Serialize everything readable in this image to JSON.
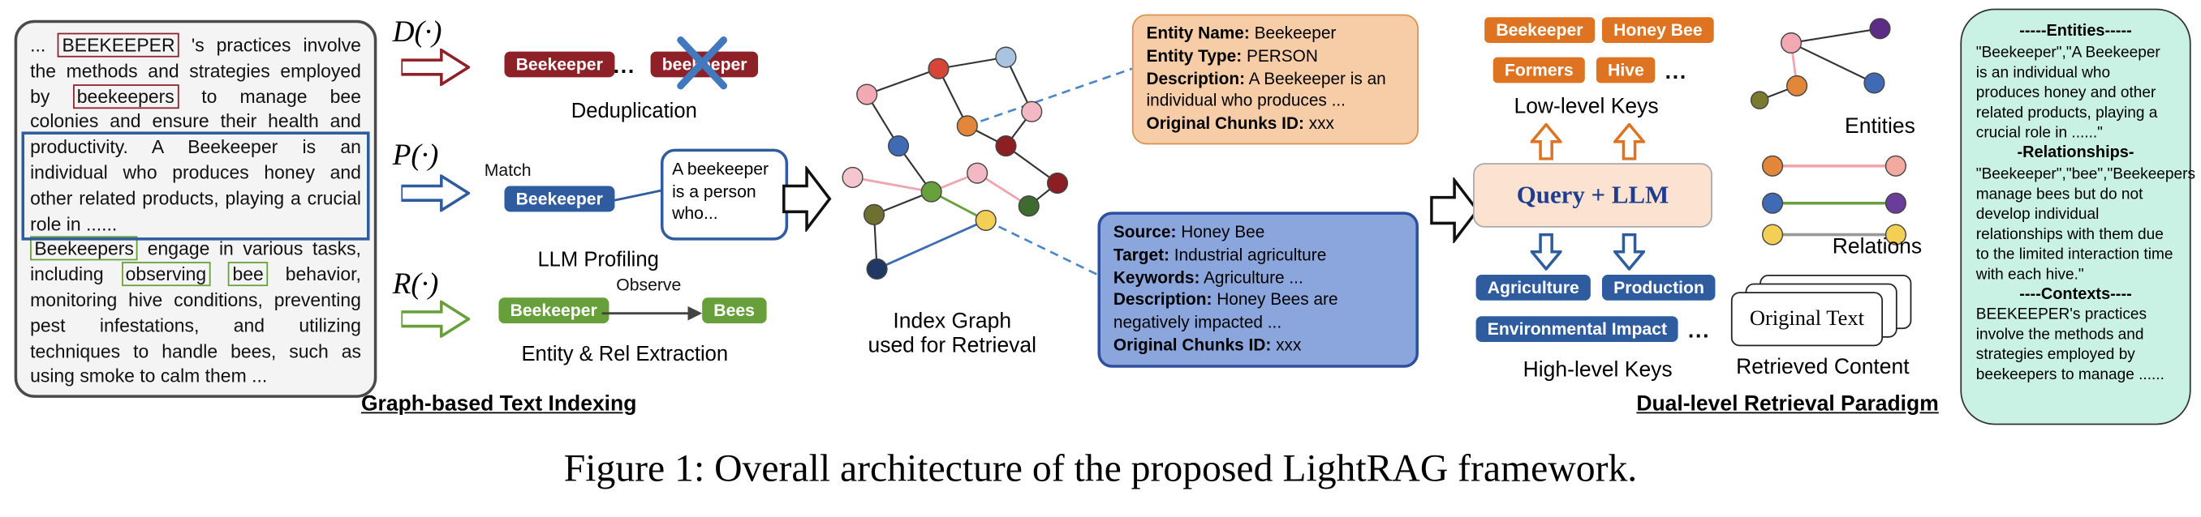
{
  "caption": "Figure 1: Overall architecture of the proposed LightRAG framework.",
  "indexing": {
    "section_label": "Graph-based Text Indexing",
    "source": {
      "open": "... ",
      "ent1": "BEEKEEPER",
      "t1": " 's practices involve the methods and strategies employed by ",
      "ent2": "beekeepers",
      "t2": " to manage bee colonies and ensure their health and productivity. A Beekeeper is an individual who produces honey and other related products, playing a crucial role in ......",
      "ent3": "Beekeepers",
      "t3": " engage in various tasks, including ",
      "ent4": "observing",
      "t4": " ",
      "ent5": "bee",
      "t5": " behavior, monitoring hive conditions, preventing pest infestations, and utilizing techniques to handle bees, such as using smoke to calm them ..."
    },
    "dedup": {
      "op": "D(·)",
      "badge1": "Beekeeper",
      "dots": "...",
      "badge2": "beekeeper",
      "label": "Deduplication"
    },
    "profiling": {
      "op": "P(·)",
      "match_label": "Match",
      "badge": "Beekeeper",
      "bubble": "A beekeeper is a person who...",
      "label": "LLM Profiling"
    },
    "extraction": {
      "op": "R(·)",
      "badge1": "Beekeeper",
      "edge_label": "Observe",
      "badge2": "Bees",
      "label": "Entity & Rel Extraction"
    }
  },
  "index_graph": {
    "label1": "Index Graph",
    "label2": "used for Retrieval"
  },
  "entity_card": {
    "rows": [
      {
        "label": "Entity Name:",
        "value": "Beekeeper"
      },
      {
        "label": "Entity Type:",
        "value": "PERSON"
      },
      {
        "label": "Description:",
        "value": "A Beekeeper is an individual who produces ..."
      },
      {
        "label": "Original Chunks ID:",
        "value": "xxx"
      }
    ]
  },
  "relation_card": {
    "rows": [
      {
        "label": "Source:",
        "value": "Honey Bee"
      },
      {
        "label": "Target:",
        "value": "Industrial agriculture"
      },
      {
        "label": "Keywords:",
        "value": "Agriculture ..."
      },
      {
        "label": "Description:",
        "value": "Honey Bees are negatively impacted ..."
      },
      {
        "label": "Original Chunks ID:",
        "value": "xxx"
      }
    ]
  },
  "retrieval": {
    "low_badges": [
      "Beekeeper",
      "Honey Bee",
      "Formers",
      "Hive"
    ],
    "low_dots": "...",
    "low_label": "Low-level Keys",
    "query_llm": "Query + LLM",
    "high_badges": [
      "Agriculture",
      "Production",
      "Environmental Impact"
    ],
    "high_dots": "...",
    "high_label": "High-level Keys",
    "entities_label": "Entities",
    "relations_label": "Relations",
    "original_text": "Original Text",
    "retrieved_label": "Retrieved Content",
    "section_label": "Dual-level Retrieval Paradigm"
  },
  "output": {
    "h_entities": "-----Entities-----",
    "entities": "\"Beekeeper\",\"A Beekeeper is an individual who produces honey and other related products, playing a crucial role in ......\"",
    "h_relationships": "-Relationships-",
    "relationships": "\"Beekeeper\",\"bee\",\"Beekeepers manage bees but do not develop individual relationships with them due to the limited interaction time with each hive.\"",
    "h_contexts": "----Contexts----",
    "contexts": "BEEKEEPER's practices involve the methods and strategies employed by beekeepers to manage ......"
  },
  "colors": {
    "dark_red": "#8e2128",
    "blue": "#2e5c9e",
    "green": "#67a03a",
    "orange": "#de7321",
    "entity_card_fill": "#f6cda7",
    "relation_card_fill": "#8aa6dc",
    "query_fill": "#fce3d1",
    "output_fill": "#c9f2e4"
  }
}
